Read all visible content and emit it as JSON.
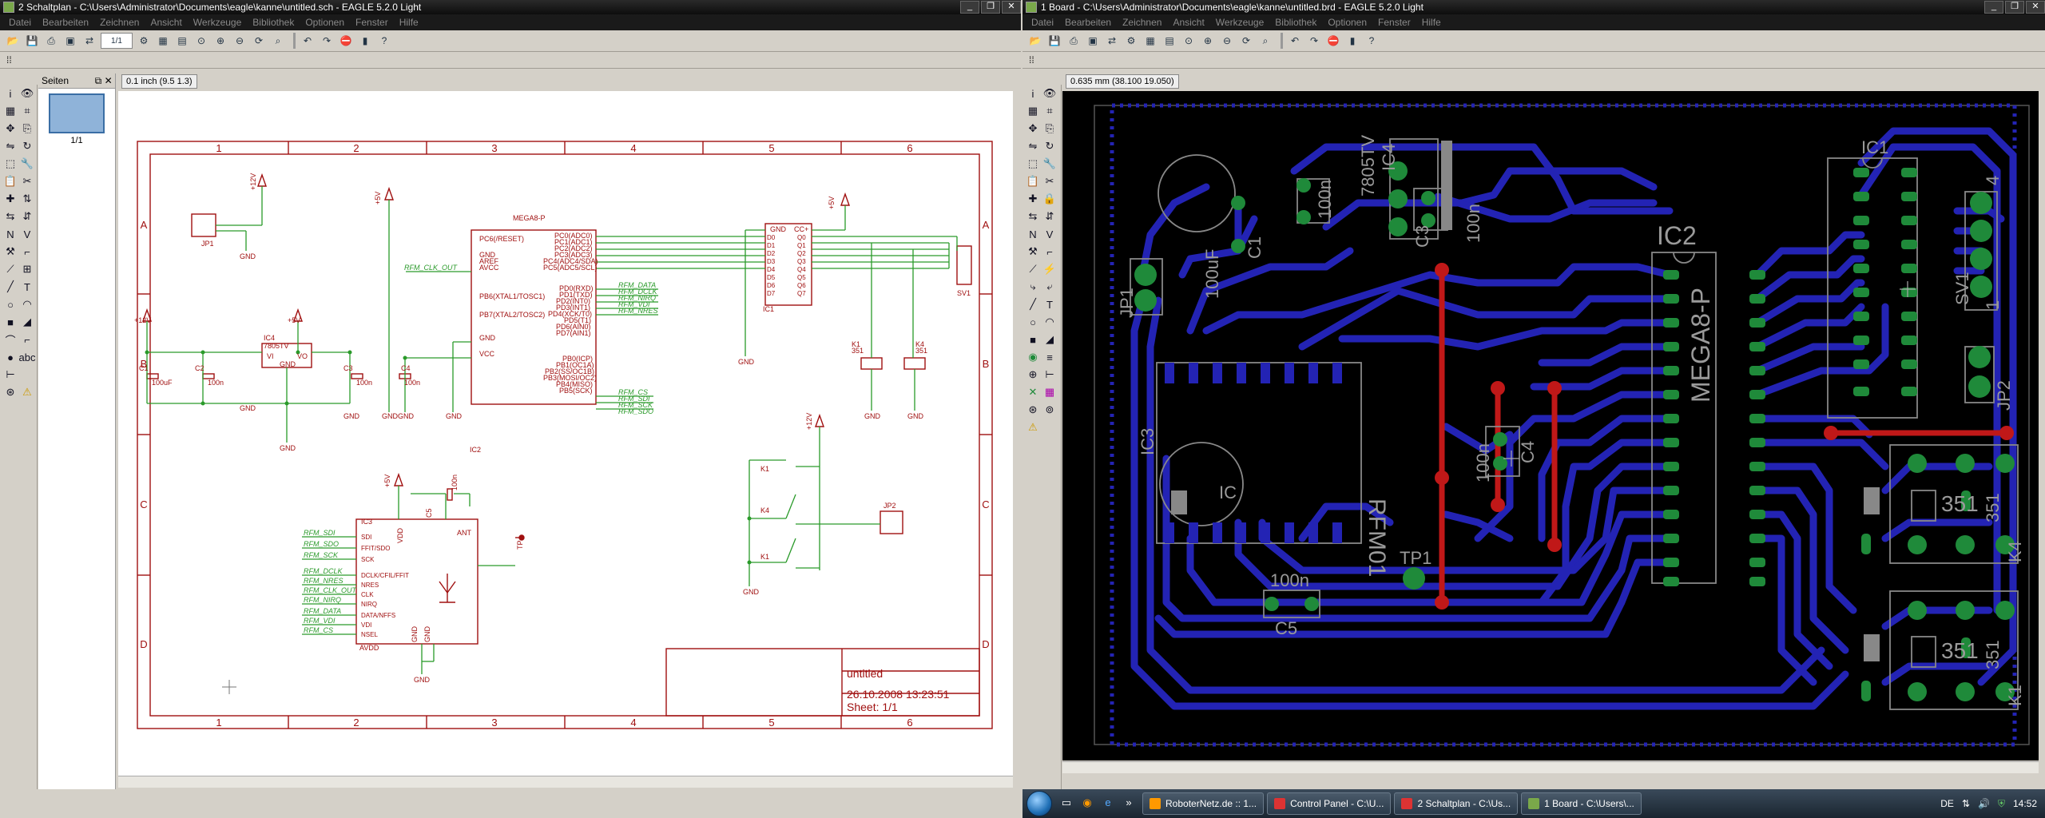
{
  "schematic_window": {
    "title": "2 Schaltplan - C:\\Users\\Administrator\\Documents\\eagle\\kanne\\untitled.sch - EAGLE 5.2.0 Light",
    "menu": [
      "Datei",
      "Bearbeiten",
      "Zeichnen",
      "Ansicht",
      "Werkzeuge",
      "Bibliothek",
      "Optionen",
      "Fenster",
      "Hilfe"
    ],
    "zoom_select": "1/1",
    "coords": "0.1 inch (9.5 1.3)",
    "sheets_panel": {
      "title": "Seiten",
      "thumb_label": "1/1"
    },
    "frame": {
      "cols": [
        "1",
        "2",
        "3",
        "4",
        "5",
        "6"
      ],
      "rows": [
        "A",
        "B",
        "C",
        "D"
      ]
    },
    "title_block": {
      "name": "untitled",
      "date": "26.10.2008 13:23:51",
      "sheet": "Sheet: 1/1"
    },
    "labels": {
      "jp1": "JP1",
      "gnd": "GND",
      "v12": "+12V",
      "v5": "+5V",
      "ic4": "IC4",
      "ic4_val": "7805TV",
      "ic4_vi": "VI",
      "ic4_vo": "VO",
      "ic4_gnd": "GND",
      "c1_val": "100uF",
      "c2_val": "100n",
      "c3_val": "100n",
      "c4_val": "100n",
      "c1": "C1",
      "c2": "C2",
      "c3": "C3",
      "c4": "C4",
      "mega_title": "MEGA8-P",
      "ic2": "IC2",
      "ic1": "IC1",
      "ic3": "IC3",
      "sv1": "SV1",
      "jp2": "JP2",
      "k1": "K1",
      "k4": "K4",
      "k1_val": "351",
      "k4_val": "351",
      "tp1": "TP1",
      "c5": "C5",
      "c5_val": "100n",
      "ant": "ANT",
      "vcc": "VCC",
      "gndp": "GND",
      "aref": "AREF",
      "avcc": "AVCC",
      "pc6": "PC6(/RESET)",
      "pc0": "PC0(ADC0)",
      "pc1": "PC1(ADC1)",
      "pc2": "PC2(ADC2)",
      "pc3": "PC3(ADC3)",
      "pc4": "PC4(ADC4/SDA)",
      "pc5": "PC5(ADC5/SCL)",
      "pb6": "PB6(XTAL1/TOSC1)",
      "pb7": "PB7(XTAL2/TOSC2)",
      "pd0": "PD0(RXD)",
      "pd1": "PD1(TXD)",
      "pd2": "PD2(INT0)",
      "pd3": "PD3(INT1)",
      "pd4": "PD4(XCK/T0)",
      "pd5": "PD5(T1)",
      "pd6": "PD6(AIN0)",
      "pd7": "PD7(AIN1)",
      "pb0": "PB0(ICP)",
      "pb1": "PB1(OC1A)",
      "pb2": "PB2(SS/OC1B)",
      "pb3": "PB3(MOSI/OC2)",
      "pb4": "PB4(MISO)",
      "pb5": "PB5(SCK)",
      "rfm_clk_out": "RFM_CLK_OUT",
      "rfm_data": "RFM_DATA",
      "rfm_dclk": "RFM_DCLK",
      "rfm_nirq": "RFM_NIRQ",
      "rfm_vdi": "RFM_VDI",
      "rfm_nres": "RFM_NRES",
      "rfm_cs": "RFM_CS",
      "rfm_sdi": "RFM_SDI",
      "rfm_sck": "RFM_SCK",
      "rfm_sdo": "RFM_SDO",
      "ic1_gnd": "GND",
      "ic1_cc": "CC+",
      "ic1_d": [
        "D0",
        "D1",
        "D2",
        "D3",
        "D4",
        "D5",
        "D6",
        "D7"
      ],
      "ic1_q": [
        "Q0",
        "Q1",
        "Q2",
        "Q3",
        "Q4",
        "Q5",
        "Q6",
        "Q7"
      ],
      "rfm_pins": [
        "SDI",
        "FFIT/SDO",
        "SCK",
        "DCLK/CFIL/FFIT",
        "NRES",
        "CLK",
        "NIRQ",
        "DATA/NFFS",
        "VDI",
        "NSEL"
      ],
      "rfm_gnd": "GND",
      "rfm_gnd2": "GND",
      "rfm_vdd": "VDD",
      "rfm_avdd": "AVDD",
      "tp": "TP"
    }
  },
  "board_window": {
    "title": "1 Board - C:\\Users\\Administrator\\Documents\\eagle\\kanne\\untitled.brd - EAGLE 5.2.0 Light",
    "menu": [
      "Datei",
      "Bearbeiten",
      "Zeichnen",
      "Ansicht",
      "Werkzeuge",
      "Bibliothek",
      "Optionen",
      "Fenster",
      "Hilfe"
    ],
    "coords": "0.635 mm (38.100 19.050)",
    "labels": {
      "ic1": "IC1",
      "ic2": "IC2",
      "ic3": "IC3",
      "ic4": "IC4",
      "ic4_val": "7805TV",
      "mega": "MEGA8-P",
      "c1": "C1",
      "c1_val": "100uF",
      "c3": "C3",
      "c3_val": "100n",
      "c4": "C4",
      "c4_val": "100n",
      "c5": "C5",
      "c5_val": "100n",
      "jp1": "JP1",
      "jp2": "JP2",
      "sv1": "SV1",
      "tp1": "TP1",
      "k1": "K1",
      "k4": "K4",
      "k_val": "351",
      "rfm": "RFM01",
      "ic3_ic": "IC",
      "sv1_4": "4",
      "sv1_1": "1"
    }
  },
  "taskbar": {
    "tasks": [
      "RoboterNetz.de :: 1...",
      "Control Panel - C:\\U...",
      "2 Schaltplan - C:\\Us...",
      "1 Board - C:\\Users\\..."
    ],
    "lang": "DE",
    "clock": "14:52"
  },
  "colors": {
    "trace_blue": "#2323b4",
    "trace_red": "#c01818",
    "pad_green": "#1f8a3a",
    "sch_red": "#a01010",
    "sch_green": "#2a9a2a"
  }
}
